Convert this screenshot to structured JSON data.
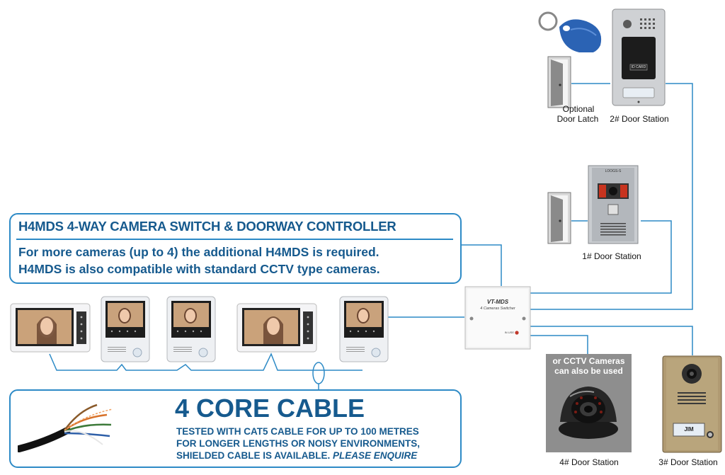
{
  "colors": {
    "accent": "#2d8ac6",
    "text_blue": "#165a8e"
  },
  "labels": {
    "door_latch_line1": "Optional",
    "door_latch_line2": "Door Latch",
    "station2": "2# Door Station",
    "station1": "1# Door Station",
    "station4": "4# Door Station",
    "station3": "3# Door Station",
    "cctv_line1": "or CCTV Cameras",
    "cctv_line2": "can also be used",
    "switcher_title": "VT-MDS",
    "switcher_sub": "4 Cameras Switcher",
    "switcher_led": "IN USE",
    "station3_name": "JIM",
    "station2_card": "ID CARD",
    "station1_tag": "LOOGS-S"
  },
  "controller_box": {
    "title": "H4MDS 4-WAY CAMERA SWITCH & DOORWAY CONTROLLER",
    "line1": "For more cameras (up to 4) the additional H4MDS is required.",
    "line2": "H4MDS is also compatible with standard CCTV type cameras."
  },
  "cable_box": {
    "title": "4 CORE CABLE",
    "line1": "TESTED WITH CAT5 CABLE FOR UP TO 100 METRES",
    "line2": "FOR LONGER LENGTHS OR NOISY ENVIRONMENTS,",
    "line3_plain": "SHIELDED CABLE IS AVAILABLE.",
    "line3_italic": "PLEASE ENQUIRE"
  }
}
